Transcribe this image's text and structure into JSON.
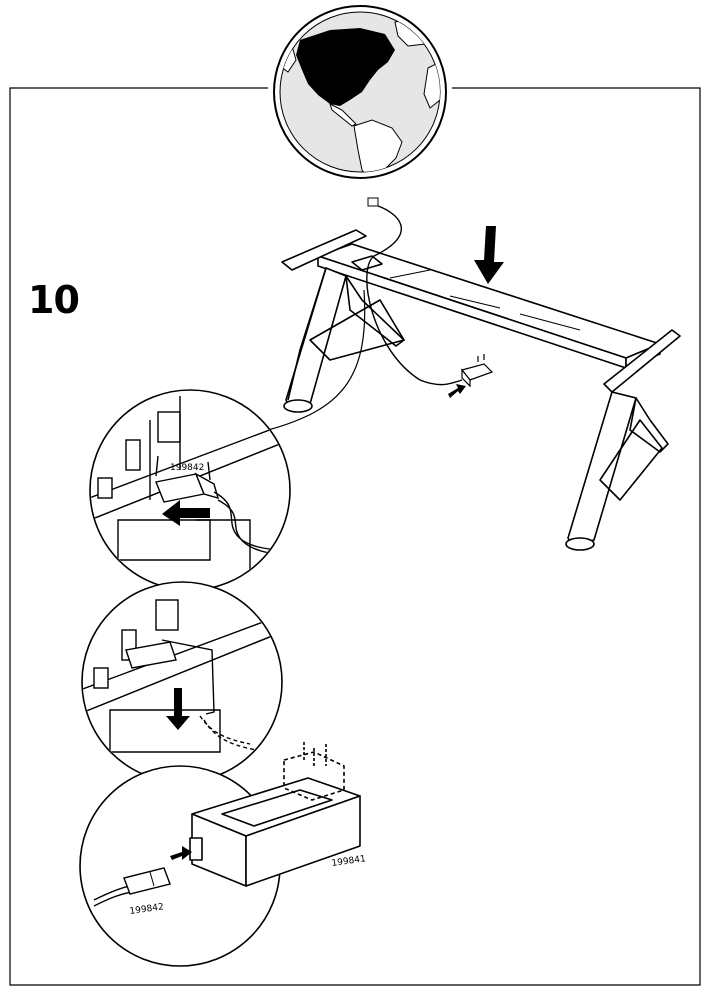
{
  "step": {
    "number": "10"
  },
  "labels": {
    "connector_top": "199842",
    "adapter": "199841",
    "connector_bottom": "199842"
  },
  "icons": {
    "region": "globe-north-america-icon",
    "push_arrow": "arrow-down-icon",
    "slide_arrow": "arrow-left-icon",
    "plug_arrow": "arrow-right-icon"
  },
  "colors": {
    "ink": "#000000",
    "background": "#ffffff",
    "gray": "#e6e6e6"
  }
}
